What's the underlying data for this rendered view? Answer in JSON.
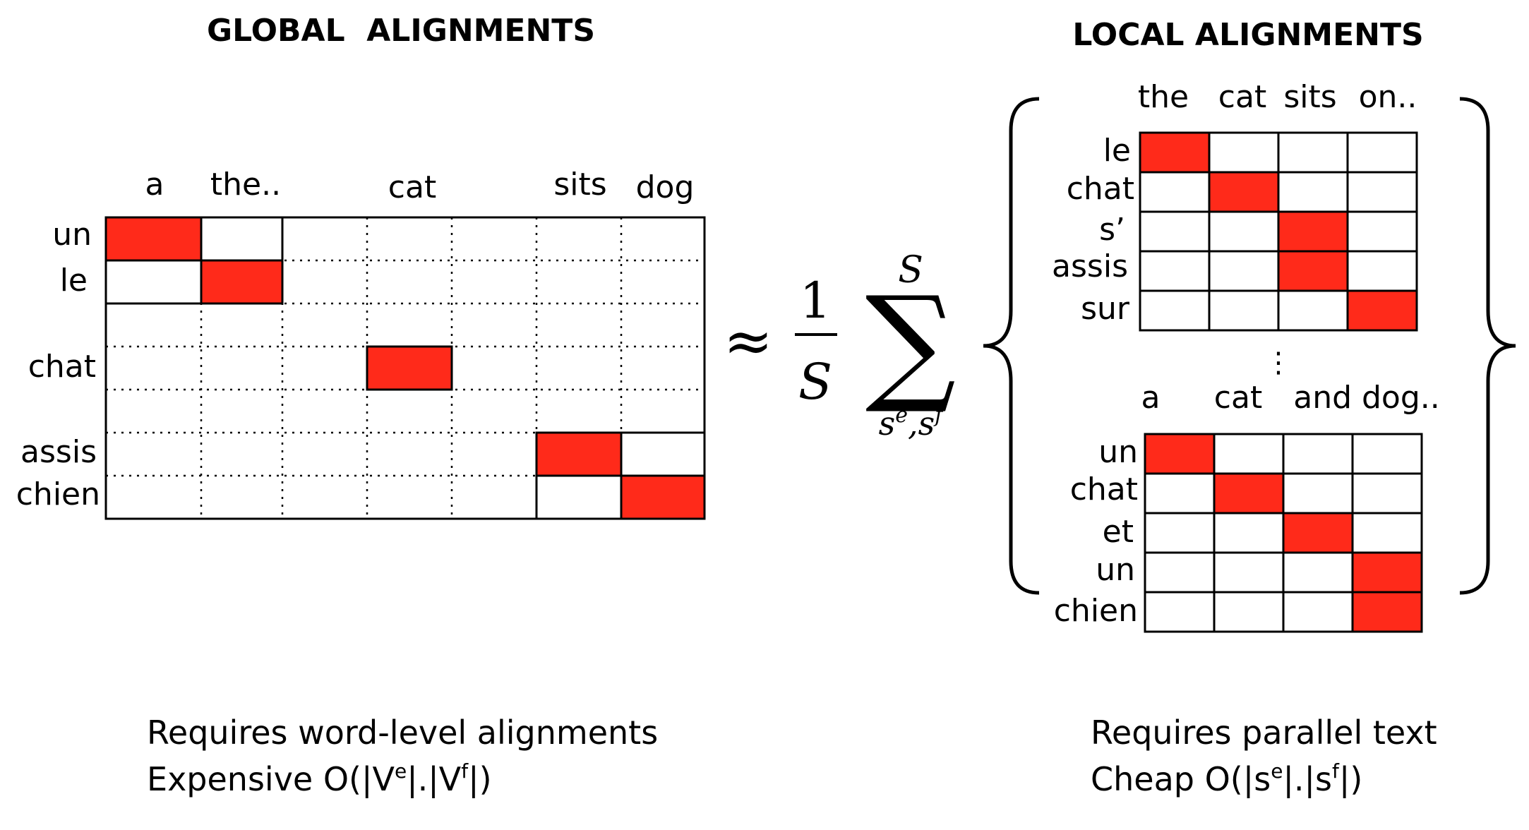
{
  "colors": {
    "aligned": "#ff2a1a",
    "line": "#000000",
    "background": "#ffffff"
  },
  "global": {
    "title": "GLOBAL  ALIGNMENTS",
    "column_labels": [
      "a",
      "the..",
      "cat",
      "sits",
      "dog"
    ],
    "row_labels": [
      "un",
      "le",
      "chat",
      "assis",
      "chien"
    ],
    "aligned_pairs": [
      [
        "un",
        "a"
      ],
      [
        "le",
        "the.."
      ],
      [
        "chat",
        "cat"
      ],
      [
        "assis",
        "sits"
      ],
      [
        "chien",
        "dog"
      ]
    ],
    "caption_line1": "Requires word-level alignments",
    "caption_line2": {
      "prefix": "Expensive O(|V",
      "sup1": "e",
      "mid": "|.|V",
      "sup2": "f",
      "suffix": "|)"
    }
  },
  "formula": {
    "approx": "≈",
    "numerator": "1",
    "denominator": "S",
    "sum_symbol": "∑",
    "sum_upper": "S",
    "sum_lower": {
      "s1": "s",
      "sup1": "e",
      "sep": ",",
      "s2": "s",
      "sup2": "f"
    }
  },
  "local": {
    "title": "LOCAL ALIGNMENTS",
    "blocks": [
      {
        "column_labels": [
          "the",
          "cat",
          "sits",
          "on.."
        ],
        "row_labels": [
          "le",
          "chat",
          "s’",
          "assis",
          "sur"
        ],
        "aligned": [
          [
            0,
            0
          ],
          [
            1,
            1
          ],
          [
            2,
            2
          ],
          [
            3,
            2
          ],
          [
            4,
            3
          ]
        ]
      },
      {
        "column_labels": [
          "a",
          "cat",
          "and dog.."
        ],
        "row_labels": [
          "un",
          "chat",
          "et",
          "un",
          "chien"
        ],
        "aligned": [
          [
            0,
            0
          ],
          [
            1,
            1
          ],
          [
            2,
            2
          ],
          [
            3,
            3
          ],
          [
            4,
            3
          ]
        ]
      }
    ],
    "ellipsis": "⋮",
    "caption_line1": "Requires parallel text",
    "caption_line2": {
      "prefix": "Cheap O(|s",
      "sup1": "e",
      "mid": "|.|s",
      "sup2": "f",
      "suffix": "|)"
    }
  }
}
